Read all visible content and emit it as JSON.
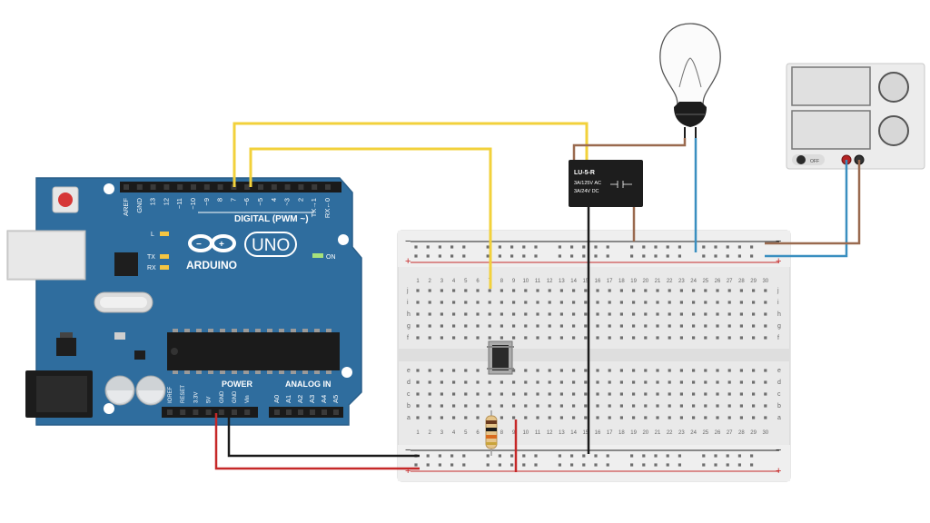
{
  "arduino": {
    "brand": "ARDUINO",
    "model": "UNO",
    "digital_header": "DIGITAL (PWM ~)",
    "led_l": "L",
    "led_tx": "TX",
    "led_rx": "RX",
    "on_label": "ON",
    "power_label": "POWER",
    "analog_label": "ANALOG IN",
    "digital_pins": [
      "AREF",
      "GND",
      "13",
      "12",
      "~11",
      "~10",
      "~9",
      "8",
      "7",
      "~6",
      "~5",
      "4",
      "~3",
      "2",
      "TX→1",
      "RX←0"
    ],
    "power_pins": [
      "IOREF",
      "RESET",
      "3.3V",
      "5V",
      "GND",
      "GND",
      "Vin"
    ],
    "analog_pins": [
      "A0",
      "A1",
      "A2",
      "A3",
      "A4",
      "A5"
    ]
  },
  "relay": {
    "model": "LU-5-R",
    "rating_ac": "3A/125V AC",
    "rating_dc": "3A/24V DC"
  },
  "power_supply": {
    "off_label": "OFF"
  },
  "breadboard": {
    "row_letters_top": [
      "j",
      "i",
      "h",
      "g",
      "f"
    ],
    "row_letters_bottom": [
      "e",
      "d",
      "c",
      "b",
      "a"
    ],
    "column_numbers": [
      "1",
      "2",
      "3",
      "4",
      "5",
      "6",
      "7",
      "8",
      "9",
      "10",
      "11",
      "12",
      "13",
      "14",
      "15",
      "16",
      "17",
      "18",
      "19",
      "20",
      "21",
      "22",
      "23",
      "24",
      "25",
      "26",
      "27",
      "28",
      "29",
      "30"
    ],
    "rail_minus": "−",
    "rail_plus": "+"
  },
  "colors": {
    "board_blue": "#2f6d9e",
    "wire_yellow": "#f2d13b",
    "wire_red": "#c62828",
    "wire_black": "#1a1a1a",
    "wire_brown": "#9a6a4f",
    "wire_blue": "#3a8fc0"
  }
}
